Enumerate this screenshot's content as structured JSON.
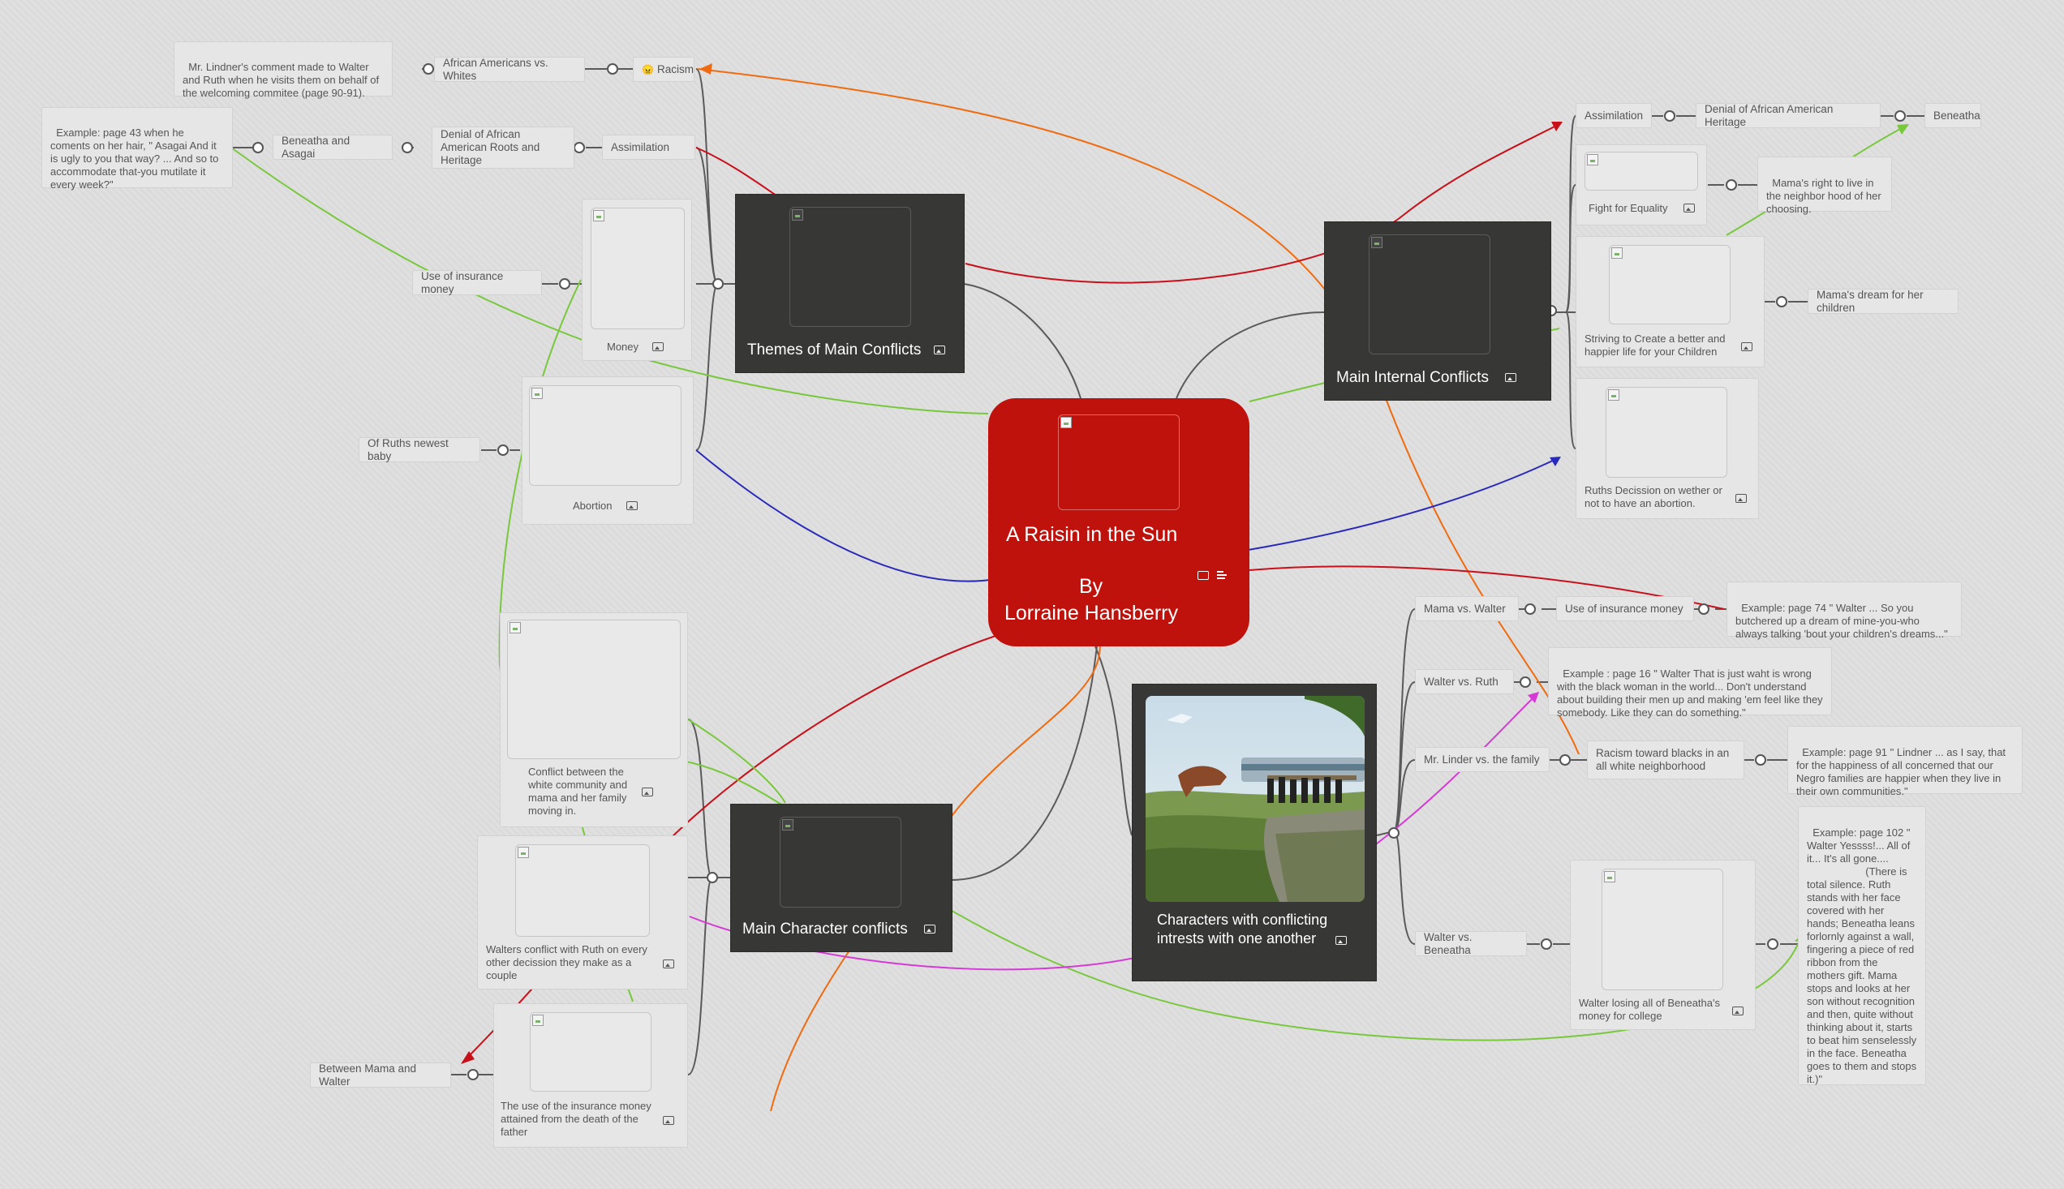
{
  "central": {
    "title_line1": "A Raisin in the Sun",
    "title_line2": "By",
    "title_line3": "Lorraine Hansberry",
    "icons": [
      "image-icon",
      "note-icon"
    ],
    "color": "#c0120c"
  },
  "themes": {
    "title": "Themes of Main Conflicts",
    "racism": {
      "label": "Racism",
      "emoji": "😠",
      "child": "African Americans vs. Whites",
      "note": "Mr. Lindner's comment made to Walter and Ruth when he visits them on behalf of the welcoming commitee (page 90-91)."
    },
    "assimilation": {
      "label": "Assimilation",
      "child": "Denial of African American Roots and Heritage",
      "grandchild": "Beneatha and Asagai",
      "note": "Example: page 43 when he coments on her hair, \" Asagai And it is ugly to you that way? ... And so to accommodate that-you mutilate it every week?\""
    },
    "money": {
      "label": "Money",
      "child": "Use of insurance money"
    },
    "abortion": {
      "label": "Abortion",
      "child": "Of Ruths newest baby"
    }
  },
  "internal": {
    "title": "Main Internal Conflicts",
    "assimilation": {
      "label": "Assimilation",
      "child": "Denial of African American Heritage",
      "grandchild": "Beneatha"
    },
    "equality": {
      "label": "Fight for Equality",
      "child": "Mama's right to live in the neighbor hood of her choosing."
    },
    "striving": {
      "label": "Striving to Create a better and happier life for your Children",
      "child": "Mama's dream for her children"
    },
    "decision": {
      "label": "Ruths Decission on wether or not to have an abortion."
    }
  },
  "characters": {
    "title": "Characters with conflicting intrests with one another",
    "mama_walter": {
      "label": "Mama vs. Walter",
      "child": "Use of insurance money",
      "note": "Example: page 74 \" Walter ... So you butchered up a dream of mine-you-who always talking 'bout your children's dreams...\""
    },
    "walter_ruth": {
      "label": "Walter vs. Ruth",
      "note": "Example : page 16 \" Walter That is just waht is wrong with the black woman in the world... Don't understand about building their men up and making 'em feel like they somebody. Like they can do something.\""
    },
    "linder": {
      "label": "Mr. Linder vs. the family",
      "child": "Racism toward blacks in an all white neighborhood",
      "note": "Example: page 91 \" Lindner ... as I say, that for the happiness of all concerned that our Negro families are happier when they live in their own communities.\""
    },
    "walter_beneatha": {
      "label": "Walter vs. Beneatha",
      "child": "Walter losing all of Beneatha's money for college",
      "note": "Example: page 102 \" Walter Yessss!... All of it... It's all gone....\n                    (There is total silence. Ruth stands with her face covered with her hands; Beneatha leans forlornly against a wall, fingering a piece of red ribbon from the mothers gift. Mama stops and looks at her son without recognition and then, quite without thinking about it, starts to beat him senselessly in the face. Beneatha goes to them and stops it.)\""
    }
  },
  "main_character": {
    "title": "Main Character conflicts",
    "community": {
      "label": "Conflict between the white community and mama and her family moving in."
    },
    "walter_ruth": {
      "label": "Walters conflict with Ruth on every other decission they make as a couple"
    },
    "insurance": {
      "label": "The use of the insurance money attained from the death of the father",
      "child": "Between Mama and Walter"
    }
  },
  "link_colors": {
    "orange": "#f06a0f",
    "red": "#c8101a",
    "green": "#78c83c",
    "blue": "#2a2aba",
    "magenta": "#d63ad6",
    "branch": "#555555"
  }
}
